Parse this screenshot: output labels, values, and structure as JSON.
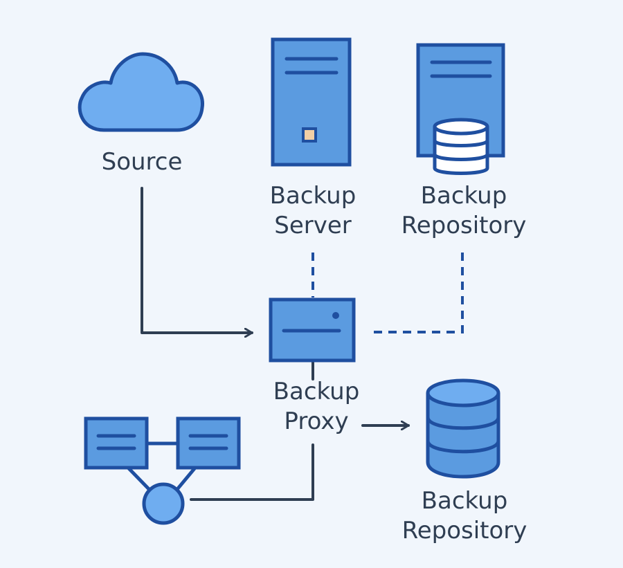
{
  "diagram": {
    "nodes": {
      "source": {
        "lines": [
          "Source"
        ],
        "icon": "cloud-icon"
      },
      "backup_server": {
        "lines": [
          "Backup",
          "Server"
        ],
        "icon": "server-tower-icon"
      },
      "backup_repository_top": {
        "lines": [
          "Backup",
          "Repository"
        ],
        "icon": "server-with-database-icon"
      },
      "backup_proxy": {
        "lines": [
          "Backup",
          "Proxy"
        ],
        "icon": "proxy-box-icon"
      },
      "virtual_infrastructure": {
        "lines": [],
        "icon": "network-topology-icon"
      },
      "backup_repository_bottom": {
        "lines": [
          "Backup",
          "Repository"
        ],
        "icon": "database-cylinder-icon"
      }
    },
    "connections": [
      {
        "from": "source",
        "to": "backup_proxy",
        "style": "solid",
        "arrow": true
      },
      {
        "from": "backup_server",
        "to": "backup_proxy",
        "style": "dashed",
        "arrow": false
      },
      {
        "from": "backup_repository_top",
        "to": "backup_proxy",
        "style": "dashed",
        "arrow": false
      },
      {
        "from": "backup_proxy",
        "to": "virtual_infrastructure",
        "style": "solid",
        "arrow": false
      },
      {
        "from": "backup_proxy",
        "to": "backup_repository_bottom",
        "style": "solid",
        "arrow": true
      }
    ]
  },
  "colors": {
    "background": "#f1f6fc",
    "icon_fill": "#5b9be0",
    "icon_fill_light": "#6fadf0",
    "icon_stroke": "#1f4fa0",
    "connector": "#2f3e52",
    "dashed_connector": "#1f4fa0",
    "accent": "#f2cfa6",
    "text": "#2f3e52"
  }
}
